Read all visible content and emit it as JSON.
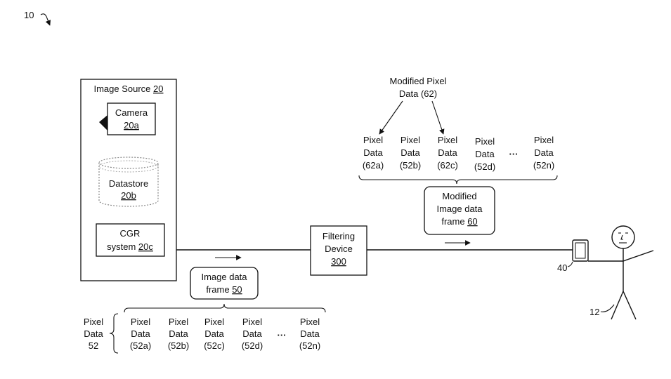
{
  "figure": {
    "ref": "10",
    "image_source": {
      "title": "Image Source ",
      "ref": "20",
      "camera": {
        "line1": "Camera",
        "ref": "20a"
      },
      "datastore": {
        "line1": "Datastore",
        "ref": "20b"
      },
      "cgr": {
        "line1": "CGR",
        "line2": "system ",
        "ref": "20c"
      }
    },
    "frame50": {
      "line1": "Image data",
      "line2": "frame ",
      "ref": "50"
    },
    "pixel_data_52": {
      "line1": "Pixel",
      "line2": "Data",
      "line3": "52"
    },
    "pixels_52": [
      {
        "line1": "Pixel",
        "line2": "Data",
        "line3": "(52a)"
      },
      {
        "line1": "Pixel",
        "line2": "Data",
        "line3": "(52b)"
      },
      {
        "line1": "Pixel",
        "line2": "Data",
        "line3": "(52c)"
      },
      {
        "line1": "Pixel",
        "line2": "Data",
        "line3": "(52d)"
      },
      {
        "line1": "Pixel",
        "line2": "Data",
        "line3": "(52n)"
      }
    ],
    "filter": {
      "line1": "Filtering",
      "line2": "Device",
      "ref": "300"
    },
    "modified_pixel_62": {
      "line1": "Modified Pixel",
      "line2": "Data (62)"
    },
    "pixels_62": [
      {
        "line1": "Pixel",
        "line2": "Data",
        "line3": "(62a)"
      },
      {
        "line1": "Pixel",
        "line2": "Data",
        "line3": "(52b)"
      },
      {
        "line1": "Pixel",
        "line2": "Data",
        "line3": "(62c)"
      },
      {
        "line1": "Pixel",
        "line2": "Data",
        "line3": "(52d)"
      },
      {
        "line1": "Pixel",
        "line2": "Data",
        "line3": "(52n)"
      }
    ],
    "frame60": {
      "line1": "Modified",
      "line2": "Image data",
      "line3": "frame ",
      "ref": "60"
    },
    "ellipsis": "···",
    "device_ref": "40",
    "user_ref": "12"
  }
}
